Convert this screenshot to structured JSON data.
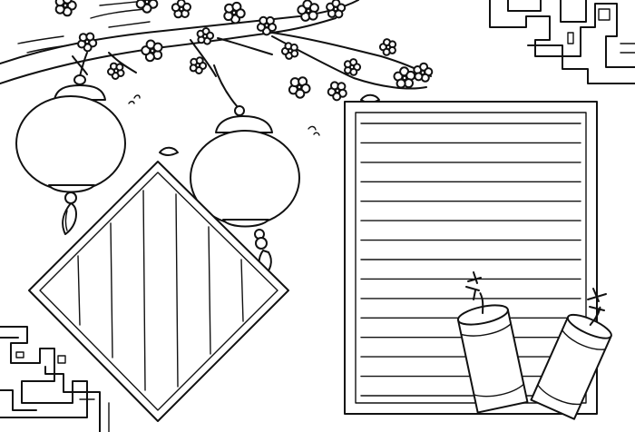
{
  "colors": {
    "ink": "#111111",
    "paper": "#ffffff"
  },
  "elements": {
    "branch": "plum-blossom-branch",
    "lanterns": [
      "lantern-left",
      "lantern-right"
    ],
    "couplet": "diamond-couplet-frame",
    "lined_frame": "lined-writing-frame",
    "firecrackers": [
      "firecracker-left",
      "firecracker-right"
    ],
    "corner_patterns": [
      "corner-pattern-top-right",
      "corner-pattern-bottom-left"
    ]
  },
  "lined_frame": {
    "line_count": 15
  },
  "couplet": {
    "stripe_count": 6
  }
}
